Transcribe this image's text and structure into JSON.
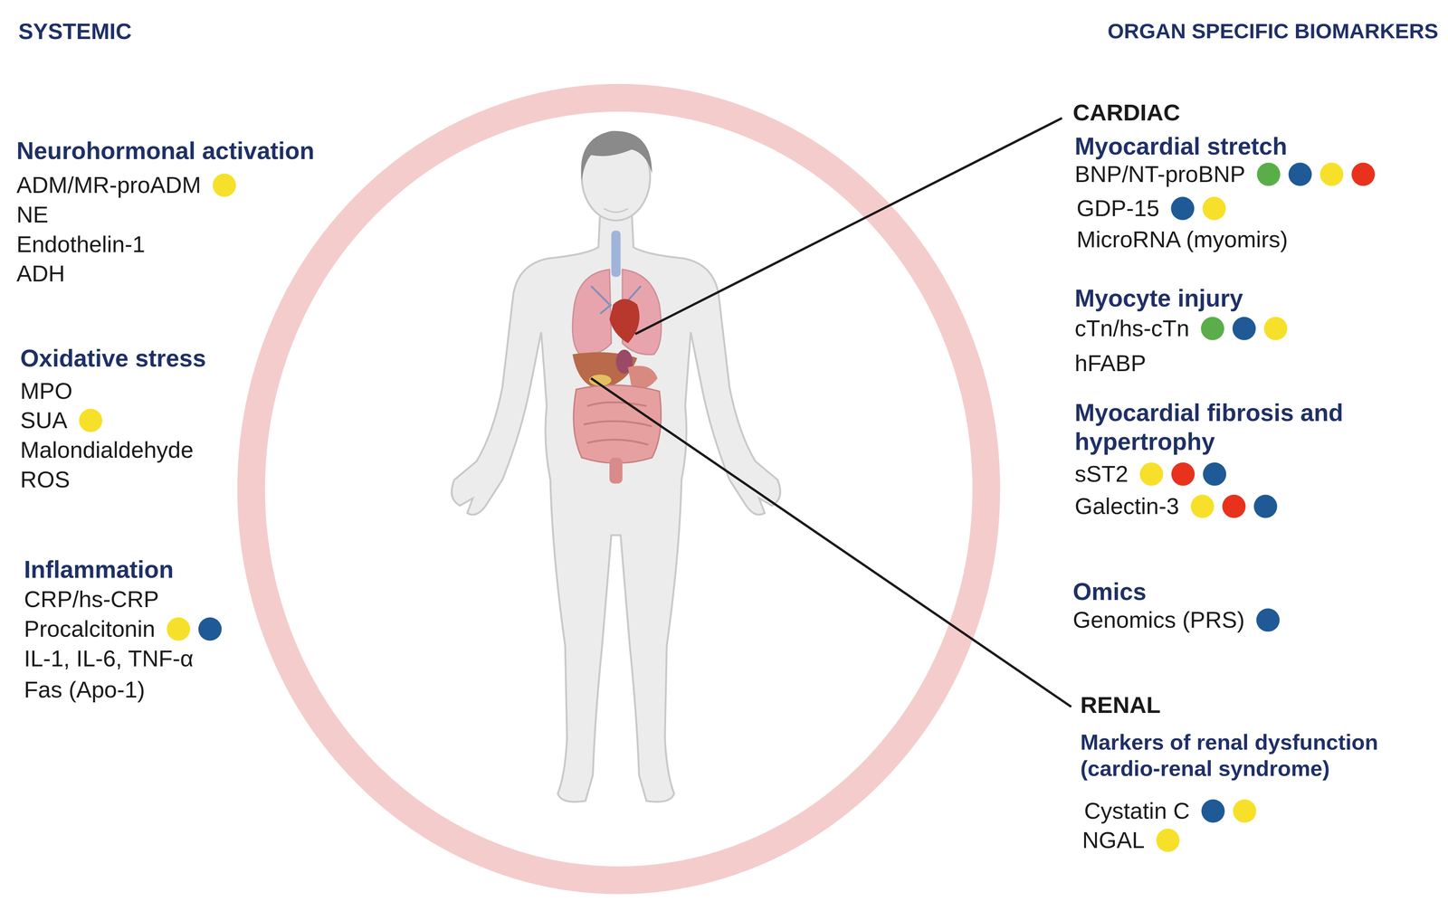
{
  "diagram": {
    "labels": [
      "SYSTEMIC",
      "ORGAN SPECIFIC BIOMARKERS",
      "Neurohormonal activation",
      "ADM/MR-proADM",
      "NE",
      "Endothelin-1",
      "ADH",
      "Oxidative stress",
      "MPO",
      "SUA",
      "Malondialdehyde",
      "ROS",
      "Inflammation",
      "CRP/hs-CRP",
      "Procalcitonin",
      "IL-1, IL-6, TNF-α",
      "Fas (Apo-1)",
      "CARDIAC",
      "Myocardial stretch",
      "BNP/NT-proBNP",
      "GDP-15",
      "MicroRNA (myomirs)",
      "Myocyte injury",
      "cTn/hs-cTn",
      "hFABP",
      "Myocardial fibrosis and hypertrophy",
      "sST2",
      "Galectin-3",
      "Omics",
      "Genomics (PRS)",
      "RENAL",
      "Markers of renal dysfunction (cardio-renal syndrome)",
      "Cystatin C",
      "NGAL"
    ]
  }
}
